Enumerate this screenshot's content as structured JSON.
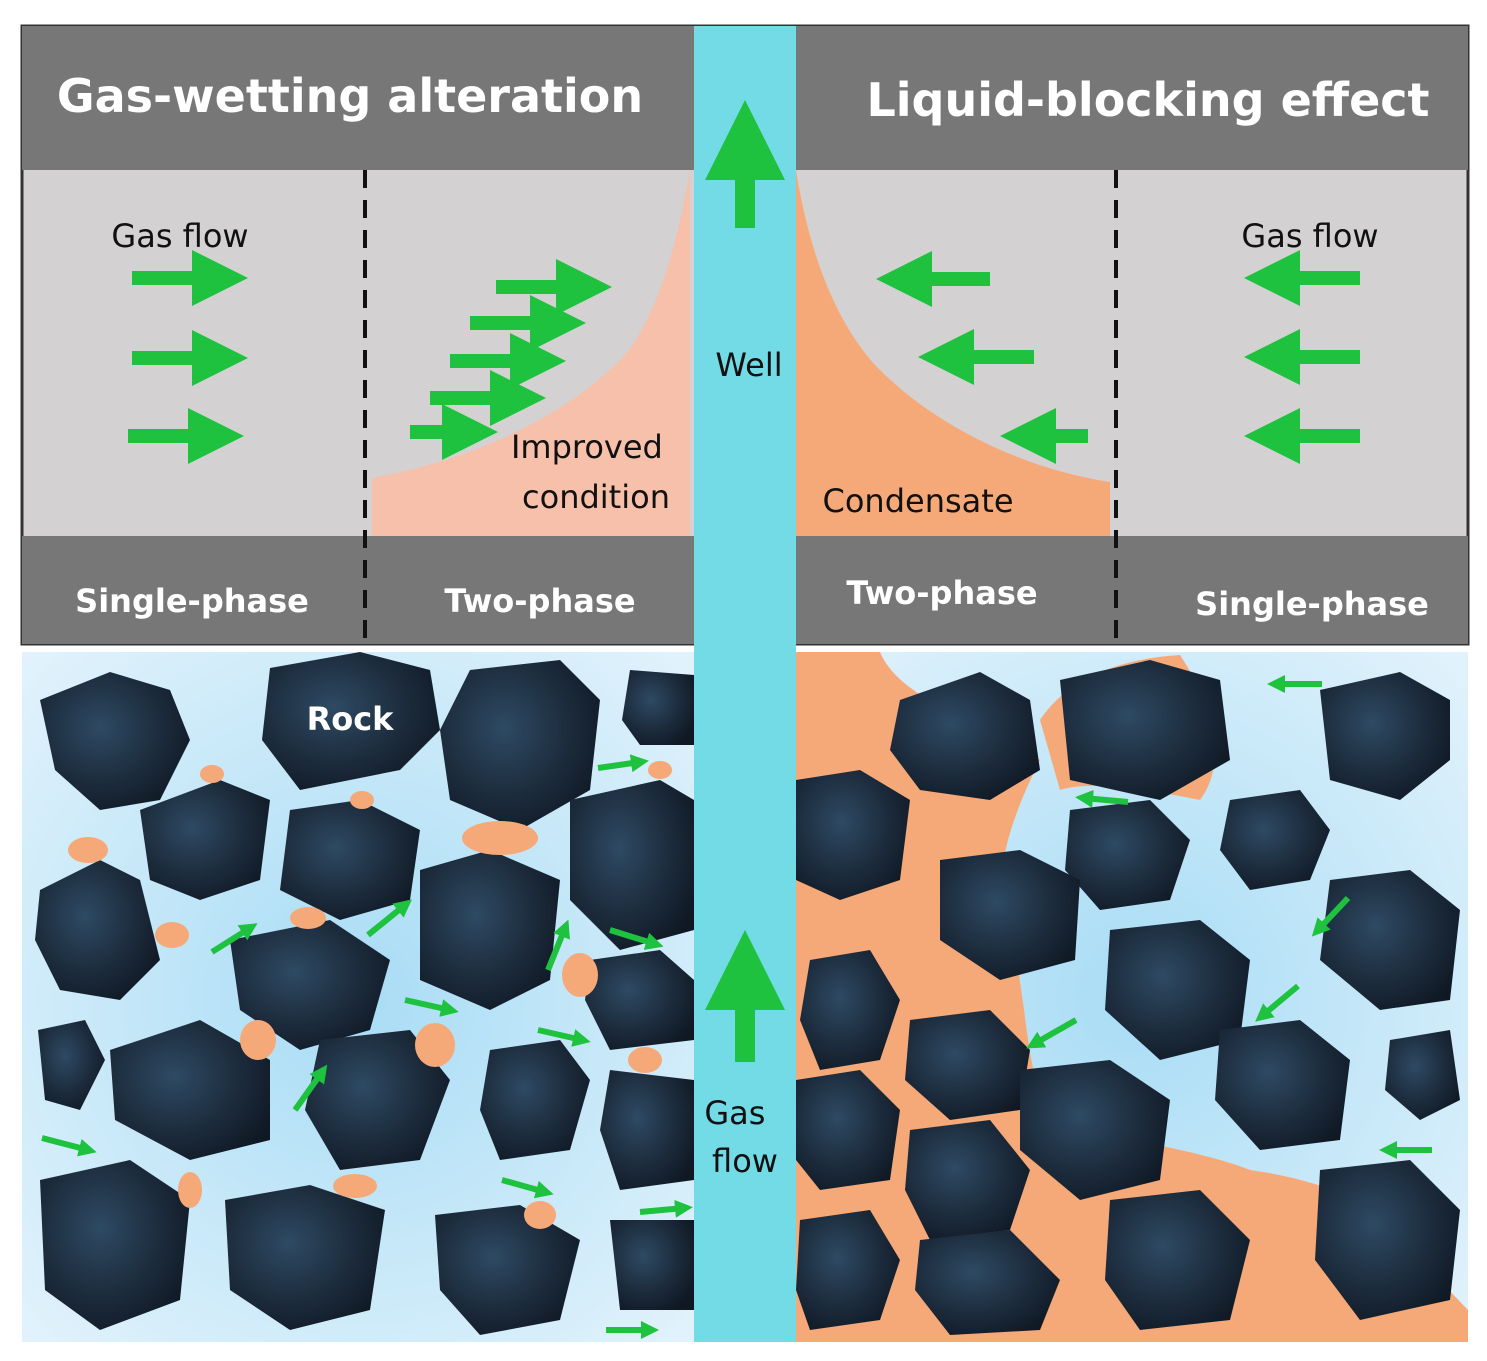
{
  "left_panel": {
    "title": "Gas-wetting alteration",
    "flow_label": "Gas flow",
    "region_label": "Improved\ncondition",
    "zone_outer": "Single-phase",
    "zone_inner": "Two-phase"
  },
  "right_panel": {
    "title": "Liquid-blocking effect",
    "flow_label": "Gas flow",
    "region_label": "Condensate",
    "zone_inner": "Two-phase",
    "zone_outer": "Single-phase"
  },
  "well": {
    "label": "Well",
    "flow_label": "Gas\nflow"
  },
  "rock_label": "Rock",
  "colors": {
    "header_gray": "#777777",
    "panel_gray": "#d3d1d1",
    "well_cyan": "#72dbe6",
    "arrow_green": "#1ec23e",
    "improved_pink": "#f6c0ab",
    "condensate_orange": "#f6a978",
    "pore_blue": "#d6ecf8",
    "rock_dark": "#1d2c3d"
  }
}
